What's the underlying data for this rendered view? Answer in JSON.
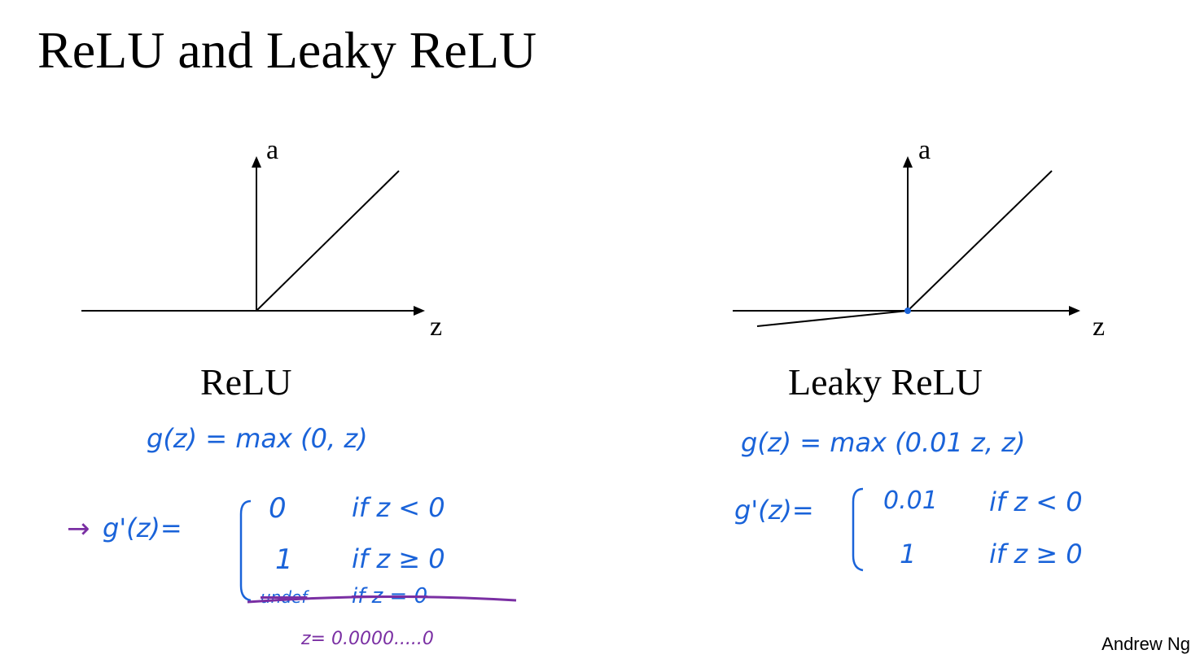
{
  "title": "ReLU and Leaky ReLU",
  "relu": {
    "y_axis": "a",
    "x_axis": "z",
    "name": "ReLU",
    "formula": "g(z) = max (0, z)",
    "arrow_mark": "→",
    "deriv_lhs": "g'(z)=",
    "cases": [
      {
        "value": "0",
        "cond": "if z < 0"
      },
      {
        "value": "1",
        "cond": "if z ≥ 0"
      },
      {
        "value": "undef",
        "cond": "if z = 0"
      }
    ],
    "note": "z= 0.0000.....0"
  },
  "leaky": {
    "y_axis": "a",
    "x_axis": "z",
    "name": "Leaky ReLU",
    "formula": "g(z) = max (0.01 z, z)",
    "deriv_lhs": "g'(z)=",
    "cases": [
      {
        "value": "0.01",
        "cond": "if z < 0"
      },
      {
        "value": "1",
        "cond": "if z ≥ 0"
      }
    ]
  },
  "footer": "Andrew Ng",
  "colors": {
    "ink": "#000000",
    "pen_blue": "#1a63d9",
    "pen_purple": "#7a2fa3"
  }
}
